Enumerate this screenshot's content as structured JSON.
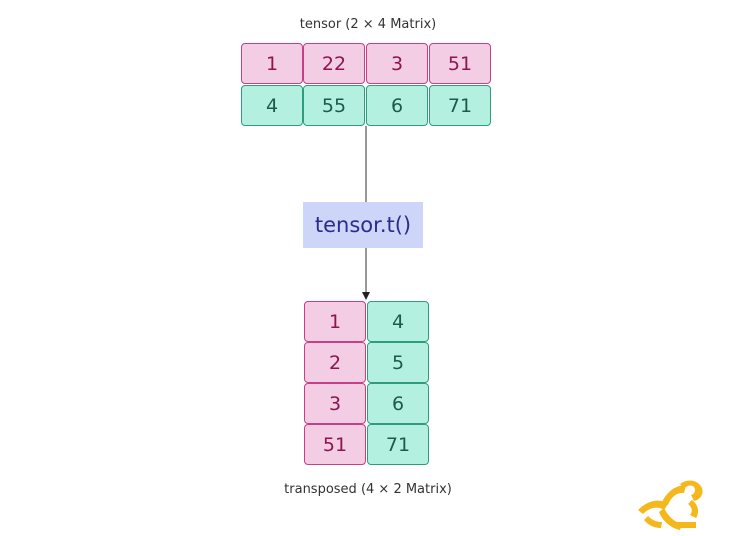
{
  "input": {
    "caption": "tensor (2 × 4 Matrix)",
    "rows": [
      [
        "1",
        "22",
        "3",
        "51"
      ],
      [
        "4",
        "55",
        "6",
        "71"
      ]
    ]
  },
  "operation": {
    "label": "tensor.t()"
  },
  "output": {
    "caption": "transposed  (4 × 2 Matrix)",
    "rows": [
      [
        "1",
        "4"
      ],
      [
        "2",
        "5"
      ],
      [
        "3",
        "6"
      ],
      [
        "51",
        "71"
      ]
    ]
  },
  "colors": {
    "row_a_fill": "#f3cde4",
    "row_a_border": "#c73f86",
    "row_b_fill": "#b4f0df",
    "row_b_border": "#2f9c80",
    "operation_fill": "#cdd6f8",
    "logo": "#f5b81c"
  },
  "icons": {
    "logo": "runner-logo-icon"
  }
}
